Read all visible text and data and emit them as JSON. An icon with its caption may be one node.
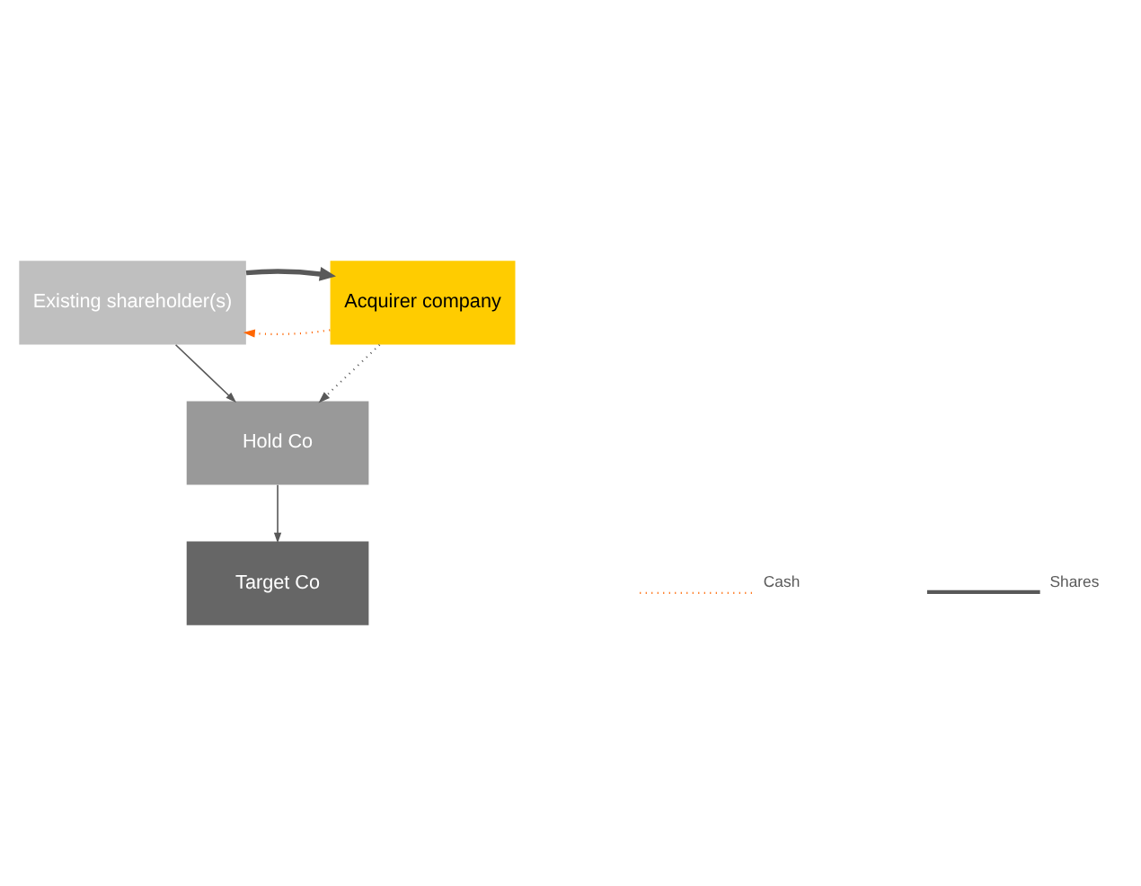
{
  "diagram": {
    "nodes": [
      {
        "text": [
          "Existing shareholder(s)"
        ]
      },
      {
        "text": [
          "Acquirer company"
        ]
      },
      {
        "text": [
          "Hold Co"
        ]
      },
      {
        "text": [
          "Target Co"
        ]
      }
    ],
    "edges": [
      {
        "from": 1,
        "to": 0,
        "arrow": "to",
        "style": "dashed",
        "color": "#ff6600"
      },
      {
        "from": 0,
        "to": 1,
        "arrow": "to",
        "style": "thick"
      },
      {
        "from": 0,
        "to": 2,
        "arrow": "to"
      },
      {
        "from": 1,
        "to": 2,
        "arrow": "to",
        "style": "dashed"
      },
      {
        "from": 2,
        "to": 3,
        "arrow": "to"
      }
    ],
    "legend": [
      {
        "text": "Cash"
      },
      {
        "text": "Shares"
      }
    ]
  }
}
